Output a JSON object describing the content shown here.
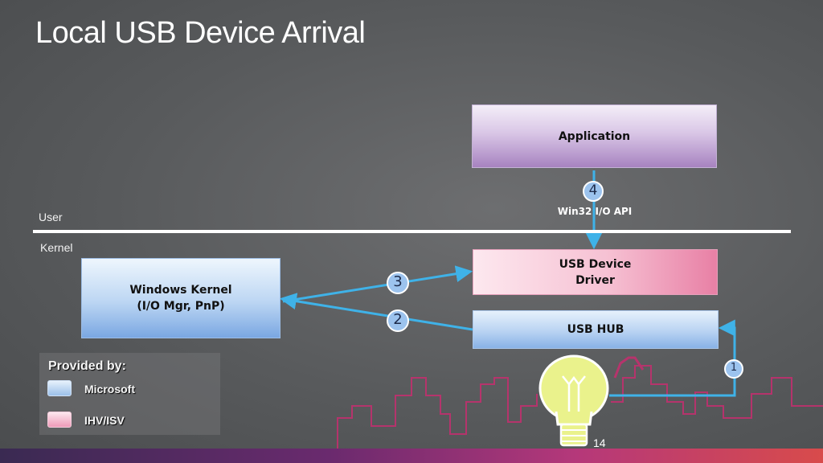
{
  "title": "Local USB Device Arrival",
  "zones": {
    "user_label": "User",
    "kernel_label": "Kernel"
  },
  "nodes": {
    "application": "Application",
    "usb_device_driver_line1": "USB Device",
    "usb_device_driver_line2": "Driver",
    "usb_hub": "USB HUB",
    "windows_kernel_line1": "Windows Kernel",
    "windows_kernel_line2": "(I/O Mgr, PnP)"
  },
  "api_label": "Win32 I/O API",
  "steps": [
    "1",
    "2",
    "3",
    "4"
  ],
  "legend": {
    "title": "Provided by:",
    "items": [
      {
        "label": "Microsoft",
        "color": "#b9d3f2"
      },
      {
        "label": "IHV/ISV",
        "color": "#f6c1d3"
      }
    ]
  },
  "page_number": "14",
  "colors": {
    "arrow": "#3fb2e8",
    "skyline": "#c0306e",
    "bulb": "#e6ef86"
  },
  "icons": [
    "lightbulb-icon",
    "city-skyline-decoration"
  ]
}
